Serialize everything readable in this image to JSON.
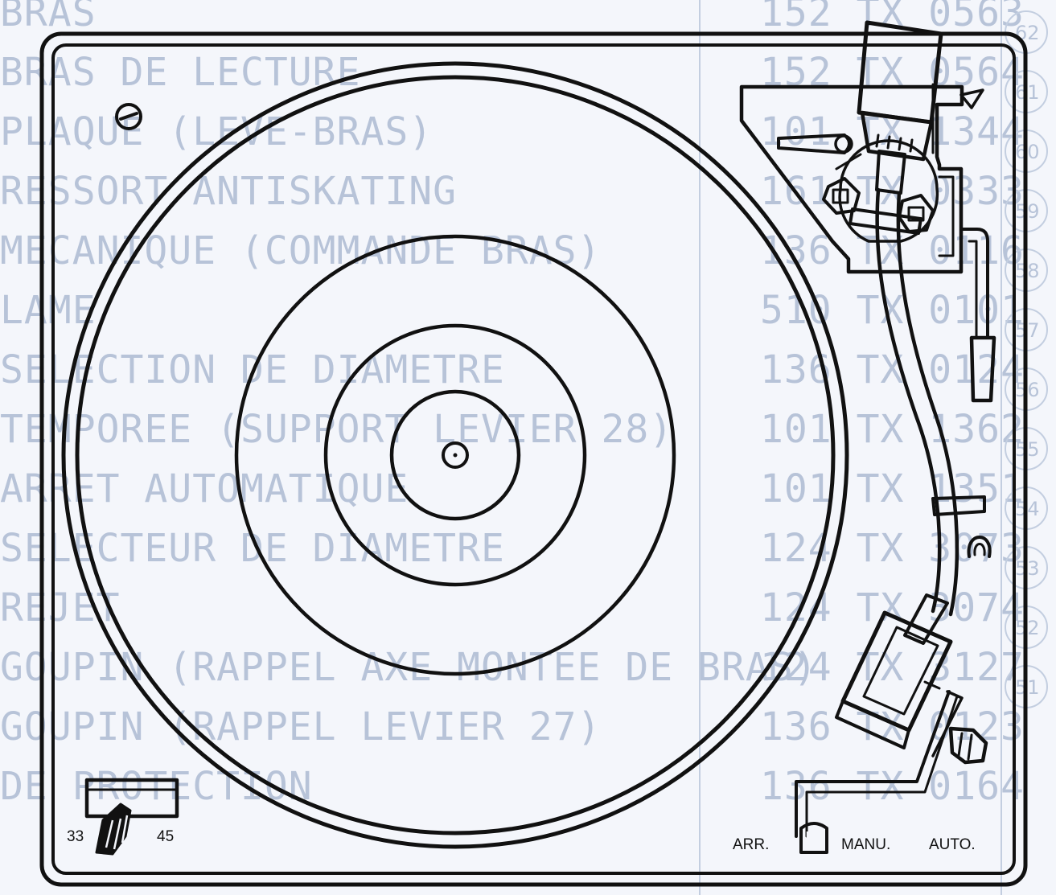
{
  "background_text": {
    "left_lines": [
      "BRAS",
      "BRAS DE LECTURE",
      "PLAQUE (LEVE-BRAS)",
      "RESSORT ANTISKATING",
      "MECANIQUE (COMMANDE BRAS)",
      "LAME",
      "SELECTION DE DIAMETRE",
      "TEMPOREE (SUPPORT LEVIER 28)",
      "ARRET AUTOMATIQUE",
      "SELECTEUR DE DIAMETRE",
      "REJET",
      "GOUPIN (RAPPEL AXE MONTEE DE BRAS)",
      "GOUPIN (RAPPEL LEVIER 27)",
      "DE PROTECTION"
    ],
    "right_lines": [
      "152 TX 0563",
      "152 TX 0564",
      "101 TX 1344",
      "161 TX 0333",
      "136 TX 0116",
      "510 TX 0101",
      "136 TX 0124",
      "101 TX 1362",
      "101 TX 1351",
      "124 TX 3073",
      "124 TX 3074",
      "124 TX 3127",
      "136 TX 0123",
      "136 TX 0164"
    ],
    "circle_refs": [
      "62",
      "61",
      "60",
      "59",
      "58",
      "57",
      "56",
      "55",
      "54",
      "53",
      "52",
      "51"
    ]
  },
  "speed_selector": {
    "speeds": [
      "33",
      "45"
    ]
  },
  "mode_selector": {
    "stop_label": "ARR.",
    "manual_label": "MANU.",
    "auto_label": "AUTO."
  }
}
